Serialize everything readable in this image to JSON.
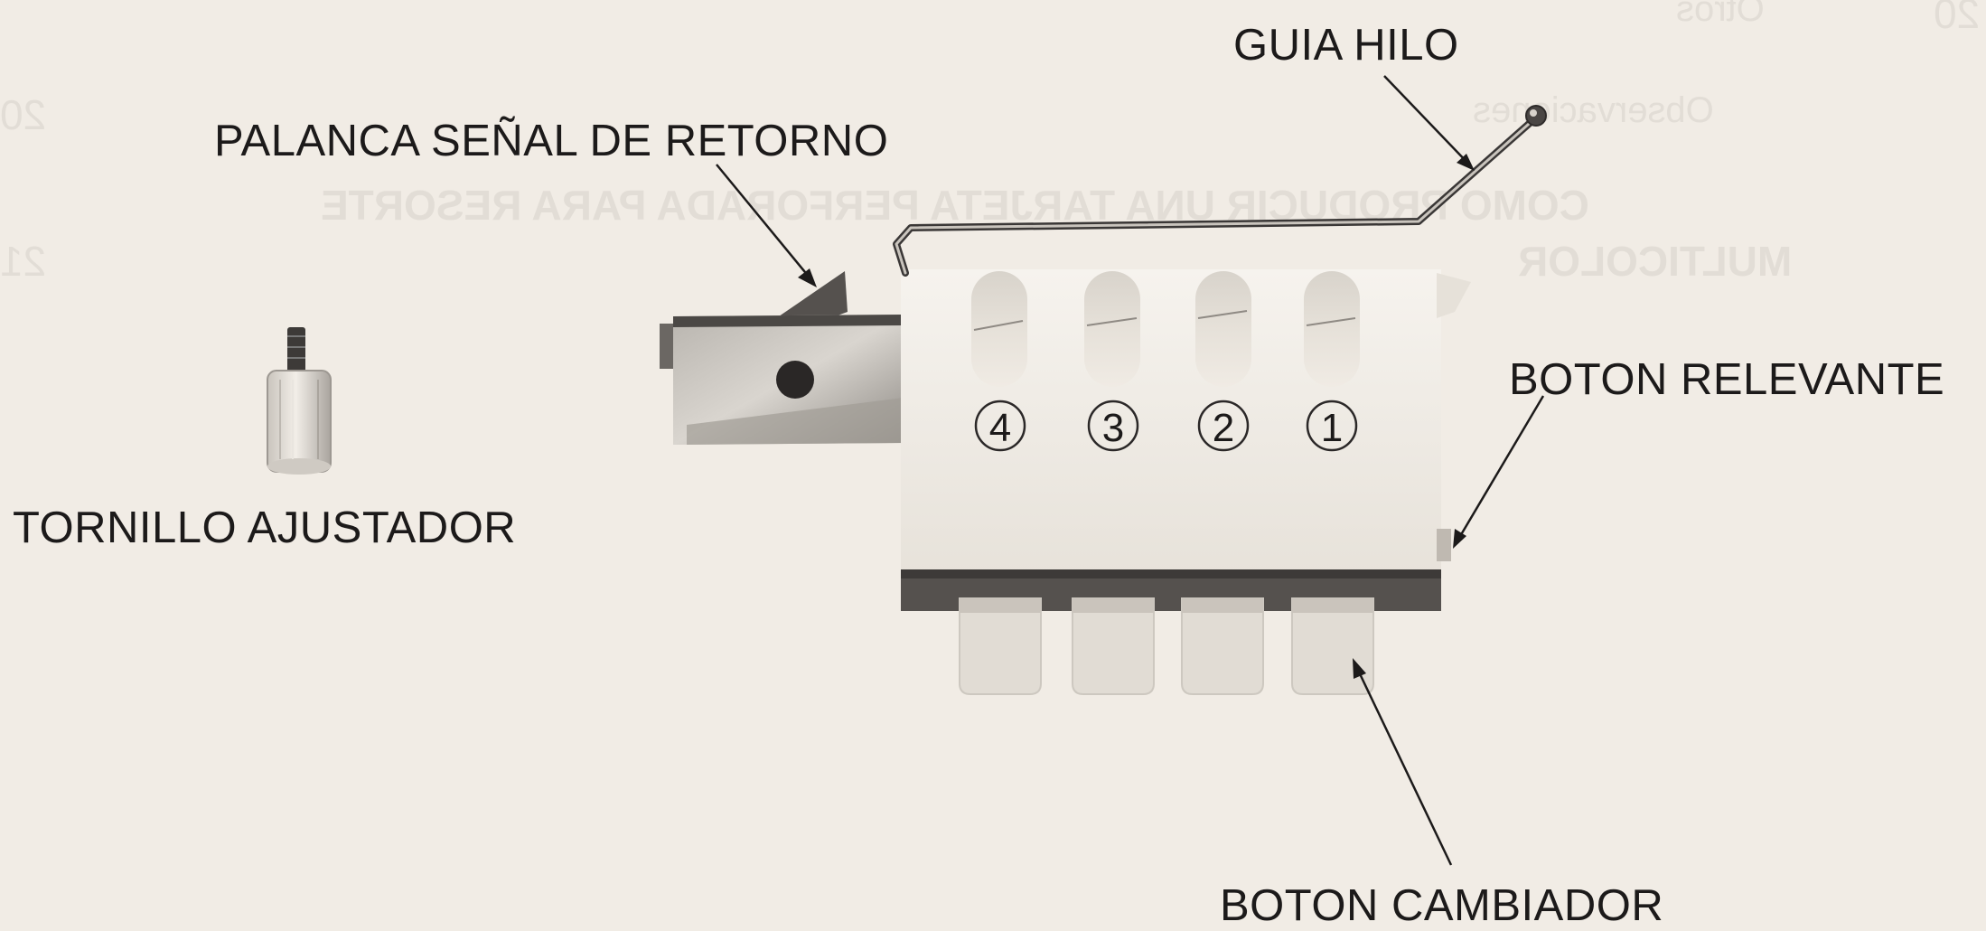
{
  "labels": {
    "guia_hilo": "GUIA HILO",
    "palanca": "PALANCA SEÑAL DE RETORNO",
    "boton_relevante": "BOTON RELEVANTE",
    "tornillo": "TORNILLO AJUSTADOR",
    "boton_cambiador": "BOTON CAMBIADOR"
  },
  "slot_numbers": [
    "4",
    "3",
    "2",
    "1"
  ],
  "show_through": {
    "line1": "Otros",
    "line1_page": "20",
    "line2": "Observaciones",
    "line2_page": "20",
    "line3": "COMO PRODUCIR UNA TARJETA PERFORADA PARA RESORTE",
    "line4": "MULTICOLOR",
    "line4_page": "21"
  },
  "colors": {
    "paper": "#f1ece5",
    "text": "#1c1a1a",
    "device_body": "#eeeae4",
    "device_shadow": "#5d5a57"
  }
}
